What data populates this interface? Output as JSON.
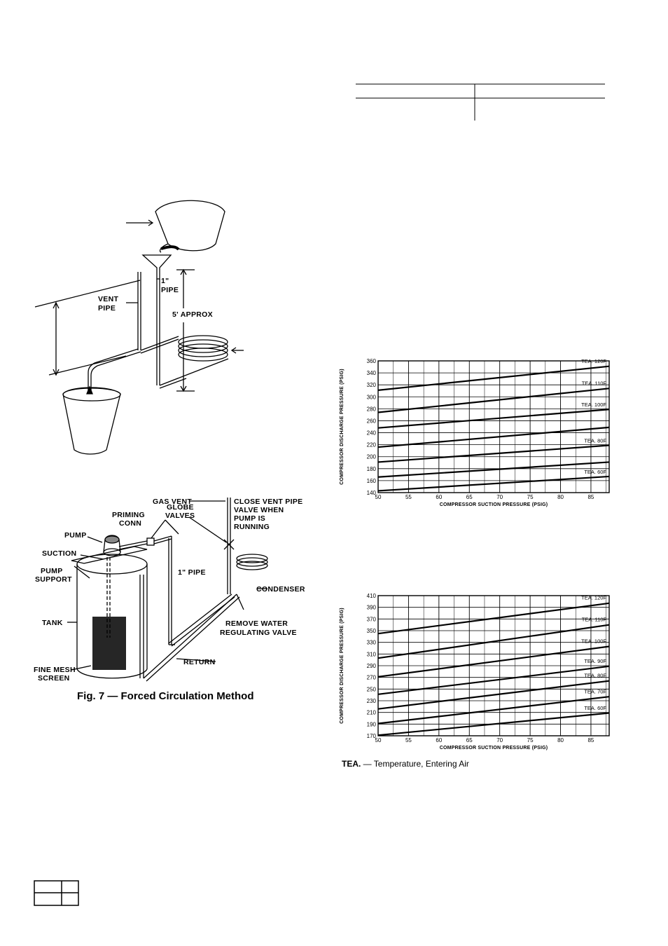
{
  "fig5": {
    "labels": {
      "vent_pipe_1": "VENT",
      "vent_pipe_2": "PIPE",
      "pipe_1": "1\"",
      "pipe_2": "PIPE",
      "five_ft": "5' APPROX"
    }
  },
  "fig7": {
    "caption": "Fig. 7 — Forced Circulation Method",
    "labels": {
      "gas_vent": "GAS VENT",
      "close_vent_1": "CLOSE VENT PIPE",
      "close_vent_2": "VALVE WHEN",
      "close_vent_3": "PUMP IS",
      "close_vent_4": "RUNNING",
      "priming_1": "PRIMING",
      "priming_2": "CONN",
      "globe_1": "GLOBE",
      "globe_2": "VALVES",
      "pump": "PUMP",
      "suction": "SUCTION",
      "pump_support_1": "PUMP",
      "pump_support_2": "SUPPORT",
      "one_pipe": "1\" PIPE",
      "condenser": "CONDENSER",
      "tank": "TANK",
      "remove_1": "REMOVE WATER",
      "remove_2": "REGULATING VALVE",
      "return": "RETURN",
      "fine_mesh_1": "FINE MESH",
      "fine_mesh_2": "SCREEN"
    }
  },
  "legend_note": {
    "abbr": "TEA.",
    "text": " — Temperature, Entering Air"
  },
  "chart_data": [
    {
      "type": "line",
      "title": "",
      "xlabel": "COMPRESSOR SUCTION PRESSURE (PSIG)",
      "ylabel": "COMPRESSOR DISCHARGE PRESSURE (PSIG)",
      "xlim": [
        50,
        88
      ],
      "ylim": [
        140,
        360
      ],
      "xticks": [
        50,
        55,
        60,
        65,
        70,
        75,
        80,
        85
      ],
      "yticks": [
        140,
        160,
        180,
        200,
        220,
        240,
        260,
        280,
        300,
        320,
        340,
        360
      ],
      "grid": true,
      "series": [
        {
          "name": "TEA. 120F",
          "x": [
            50,
            88
          ],
          "y": [
            311,
            351
          ]
        },
        {
          "name": "TEA. 110F",
          "x": [
            50,
            88
          ],
          "y": [
            274,
            314
          ]
        },
        {
          "name": "TEA. 100F",
          "x": [
            50,
            88
          ],
          "y": [
            248,
            279
          ]
        },
        {
          "name": "",
          "x": [
            50,
            88
          ],
          "y": [
            216,
            249
          ]
        },
        {
          "name": "TEA. 80F",
          "x": [
            50,
            88
          ],
          "y": [
            191,
            219
          ]
        },
        {
          "name": "",
          "x": [
            50,
            88
          ],
          "y": [
            166,
            191
          ]
        },
        {
          "name": "TEA. 60F",
          "x": [
            50,
            88
          ],
          "y": [
            143,
            167
          ]
        }
      ]
    },
    {
      "type": "line",
      "title": "",
      "xlabel": "COMPRESSOR SUCTION PRESSURE (PSIG)",
      "ylabel": "COMPRESSOR DISCHARGE PRESSURE (PSIG)",
      "xlim": [
        50,
        88
      ],
      "ylim": [
        170,
        410
      ],
      "xticks": [
        50,
        55,
        60,
        65,
        70,
        75,
        80,
        85
      ],
      "yticks": [
        170,
        190,
        210,
        230,
        250,
        270,
        290,
        310,
        330,
        350,
        370,
        390,
        410
      ],
      "grid": true,
      "series": [
        {
          "name": "TEA. 120F",
          "x": [
            50,
            88
          ],
          "y": [
            345,
            397
          ]
        },
        {
          "name": "TEA. 110F",
          "x": [
            50,
            88
          ],
          "y": [
            303,
            360
          ]
        },
        {
          "name": "TEA. 100F",
          "x": [
            50,
            88
          ],
          "y": [
            271,
            323
          ]
        },
        {
          "name": "TEA. 90F",
          "x": [
            50,
            88
          ],
          "y": [
            241,
            289
          ]
        },
        {
          "name": "TEA. 80F",
          "x": [
            50,
            88
          ],
          "y": [
            216,
            264
          ]
        },
        {
          "name": "TEA. 70F",
          "x": [
            50,
            88
          ],
          "y": [
            191,
            237
          ]
        },
        {
          "name": "TEA. 60F",
          "x": [
            50,
            88
          ],
          "y": [
            171,
            209
          ]
        }
      ]
    }
  ]
}
